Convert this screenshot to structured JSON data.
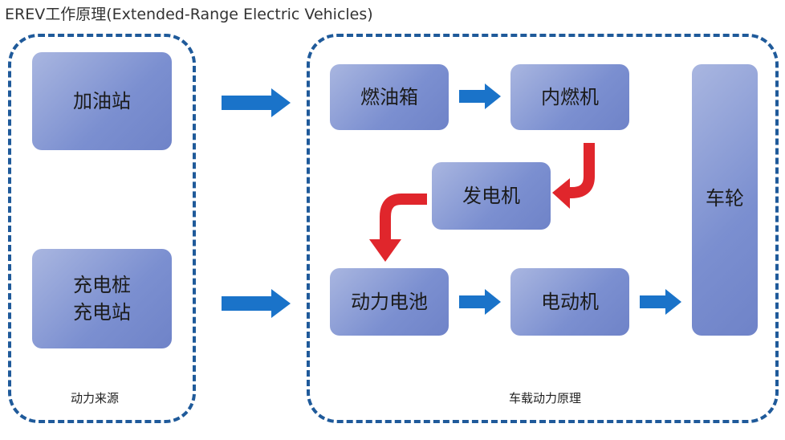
{
  "title": "EREV工作原理(Extended-Range Electric Vehicles)",
  "groups": {
    "source": {
      "label": "动力来源"
    },
    "onboard": {
      "label": "车载动力原理"
    }
  },
  "nodes": {
    "gas_station": "加油站",
    "charging_line1": "充电桩",
    "charging_line2": "充电站",
    "fuel_tank": "燃油箱",
    "engine": "内燃机",
    "generator": "发电机",
    "battery": "动力电池",
    "motor": "电动机",
    "wheels": "车轮"
  },
  "colors": {
    "border": "#1f5a9a",
    "blue_arrow": "#1a73c9",
    "red_arrow": "#e0262c",
    "node_fill": "#7b8fd0"
  }
}
